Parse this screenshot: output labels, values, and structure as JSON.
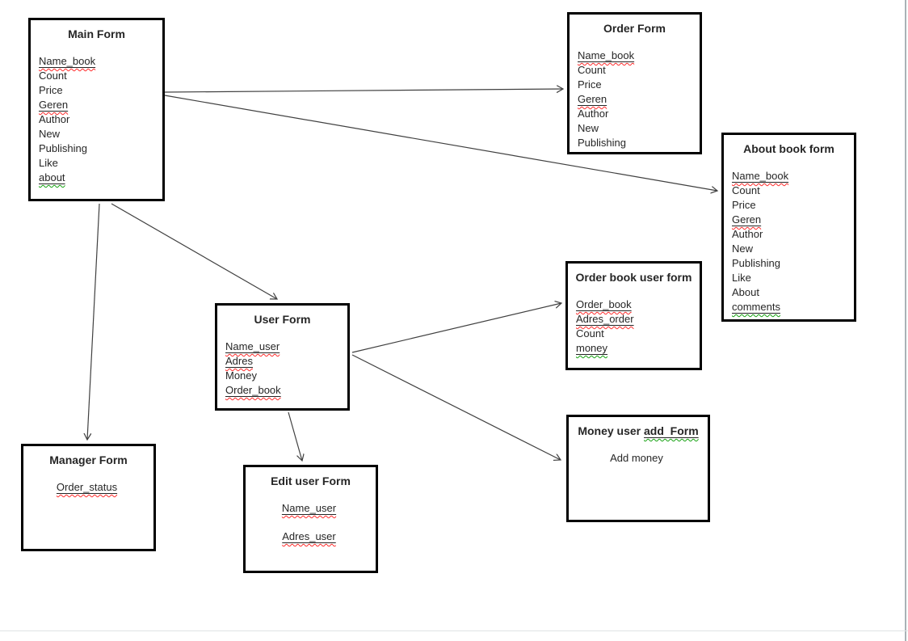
{
  "page": {
    "background": "#ffffff",
    "right_edge_line_color": "#a9b3b6",
    "bottom_edge_line_color": "#dfe3e4"
  },
  "diagram": {
    "colors": {
      "node_border": "#000000",
      "text": "#262626",
      "connector_line": "#404040",
      "spellcheck_red": "#ff2a2a",
      "spellcheck_green": "#13a10e"
    },
    "nodes": [
      {
        "id": "main-form",
        "title_parts": [
          {
            "text": "Main Form"
          }
        ],
        "fields": [
          {
            "text": "Name_book",
            "underline": true,
            "squiggle": "red"
          },
          {
            "text": "Count"
          },
          {
            "text": "Price"
          },
          {
            "text": "Geren",
            "underline": true,
            "squiggle": "red"
          },
          {
            "text": "Author"
          },
          {
            "text": "New"
          },
          {
            "text": "Publishing"
          },
          {
            "text": "Like"
          },
          {
            "text": "about",
            "underline": true,
            "squiggle": "green"
          }
        ]
      },
      {
        "id": "order-form",
        "title_parts": [
          {
            "text": "Order Form"
          }
        ],
        "fields": [
          {
            "text": "Name_book",
            "underline": true,
            "squiggle": "red"
          },
          {
            "text": "Count"
          },
          {
            "text": "Price"
          },
          {
            "text": "Geren",
            "underline": true,
            "squiggle": "red"
          },
          {
            "text": "Author"
          },
          {
            "text": "New"
          },
          {
            "text": "Publishing"
          }
        ]
      },
      {
        "id": "about-book-form",
        "title_parts": [
          {
            "text": "About book form"
          }
        ],
        "fields": [
          {
            "text": "Name_book",
            "underline": true,
            "squiggle": "red"
          },
          {
            "text": "Count"
          },
          {
            "text": "Price"
          },
          {
            "text": "Geren",
            "underline": true,
            "squiggle": "red"
          },
          {
            "text": "Author"
          },
          {
            "text": "New"
          },
          {
            "text": "Publishing"
          },
          {
            "text": "Like"
          },
          {
            "text": "About"
          },
          {
            "text": "comments",
            "underline": true,
            "squiggle": "green"
          }
        ]
      },
      {
        "id": "order-book-user-form",
        "title_parts": [
          {
            "text": "Order book user form"
          }
        ],
        "fields": [
          {
            "text": "Order_book",
            "underline": true,
            "squiggle": "red"
          },
          {
            "text": "Adres_order",
            "underline": true,
            "squiggle": "red"
          },
          {
            "text": "Count"
          },
          {
            "text": "money",
            "underline": true,
            "squiggle": "green"
          }
        ]
      },
      {
        "id": "user-form",
        "title_parts": [
          {
            "text": "User Form"
          }
        ],
        "fields": [
          {
            "text": "Name_user",
            "underline": true,
            "squiggle": "red"
          },
          {
            "text": "Adres",
            "underline": true,
            "squiggle": "red"
          },
          {
            "text": "Money"
          },
          {
            "text": "Order_book",
            "underline": true,
            "squiggle": "red"
          }
        ]
      },
      {
        "id": "money-user-add-form",
        "title_parts": [
          {
            "text": "Money user "
          },
          {
            "text": "add  Form",
            "underline": true,
            "squiggle": "green"
          }
        ],
        "fields": [
          {
            "text": "Add money"
          }
        ]
      },
      {
        "id": "manager-form",
        "title_parts": [
          {
            "text": "Manager Form"
          }
        ],
        "fields": [
          {
            "text": "Order_status",
            "underline": true,
            "squiggle": "red"
          }
        ]
      },
      {
        "id": "edit-user-form",
        "title_parts": [
          {
            "text": "Edit user Form"
          }
        ],
        "fields": [
          {
            "text": "Name_user",
            "underline": true,
            "squiggle": "red"
          },
          {
            "text": "Adres_user",
            "underline": true,
            "squiggle": "red"
          }
        ]
      }
    ],
    "edges": [
      {
        "from": "main-form",
        "to": "order-form"
      },
      {
        "from": "main-form",
        "to": "about-book-form"
      },
      {
        "from": "main-form",
        "to": "manager-form"
      },
      {
        "from": "main-form",
        "to": "user-form"
      },
      {
        "from": "user-form",
        "to": "order-book-user-form"
      },
      {
        "from": "user-form",
        "to": "money-user-add-form"
      },
      {
        "from": "user-form",
        "to": "edit-user-form"
      }
    ]
  }
}
